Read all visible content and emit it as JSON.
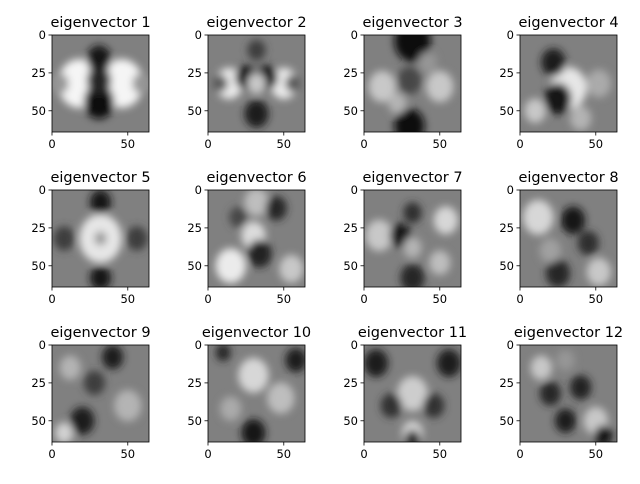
{
  "figure": {
    "background": "#ffffff"
  },
  "chart_data": [
    {
      "type": "heatmap",
      "title": "eigenvector 1",
      "xticks": [
        "0",
        "50"
      ],
      "yticks": [
        "0",
        "25",
        "50"
      ],
      "xlim": [
        0,
        64
      ],
      "ylim": [
        64,
        0
      ],
      "colormap": "gray"
    },
    {
      "type": "heatmap",
      "title": "eigenvector 2",
      "xticks": [
        "0",
        "50"
      ],
      "yticks": [
        "0",
        "25",
        "50"
      ],
      "xlim": [
        0,
        64
      ],
      "ylim": [
        64,
        0
      ],
      "colormap": "gray"
    },
    {
      "type": "heatmap",
      "title": "eigenvector 3",
      "xticks": [
        "0",
        "50"
      ],
      "yticks": [
        "0",
        "25",
        "50"
      ],
      "xlim": [
        0,
        64
      ],
      "ylim": [
        64,
        0
      ],
      "colormap": "gray"
    },
    {
      "type": "heatmap",
      "title": "eigenvector 4",
      "xticks": [
        "0",
        "50"
      ],
      "yticks": [
        "0",
        "25",
        "50"
      ],
      "xlim": [
        0,
        64
      ],
      "ylim": [
        64,
        0
      ],
      "colormap": "gray"
    },
    {
      "type": "heatmap",
      "title": "eigenvector 5",
      "xticks": [
        "0",
        "50"
      ],
      "yticks": [
        "0",
        "25",
        "50"
      ],
      "xlim": [
        0,
        64
      ],
      "ylim": [
        64,
        0
      ],
      "colormap": "gray"
    },
    {
      "type": "heatmap",
      "title": "eigenvector 6",
      "xticks": [
        "0",
        "50"
      ],
      "yticks": [
        "0",
        "25",
        "50"
      ],
      "xlim": [
        0,
        64
      ],
      "ylim": [
        64,
        0
      ],
      "colormap": "gray"
    },
    {
      "type": "heatmap",
      "title": "eigenvector 7",
      "xticks": [
        "0",
        "50"
      ],
      "yticks": [
        "0",
        "25",
        "50"
      ],
      "xlim": [
        0,
        64
      ],
      "ylim": [
        64,
        0
      ],
      "colormap": "gray"
    },
    {
      "type": "heatmap",
      "title": "eigenvector 8",
      "xticks": [
        "0",
        "50"
      ],
      "yticks": [
        "0",
        "25",
        "50"
      ],
      "xlim": [
        0,
        64
      ],
      "ylim": [
        64,
        0
      ],
      "colormap": "gray"
    },
    {
      "type": "heatmap",
      "title": "eigenvector 9",
      "xticks": [
        "0",
        "50"
      ],
      "yticks": [
        "0",
        "25",
        "50"
      ],
      "xlim": [
        0,
        64
      ],
      "ylim": [
        64,
        0
      ],
      "colormap": "gray"
    },
    {
      "type": "heatmap",
      "title": "eigenvector 10",
      "xticks": [
        "0",
        "50"
      ],
      "yticks": [
        "0",
        "25",
        "50"
      ],
      "xlim": [
        0,
        64
      ],
      "ylim": [
        64,
        0
      ],
      "colormap": "gray"
    },
    {
      "type": "heatmap",
      "title": "eigenvector 11",
      "xticks": [
        "0",
        "50"
      ],
      "yticks": [
        "0",
        "25",
        "50"
      ],
      "xlim": [
        0,
        64
      ],
      "ylim": [
        64,
        0
      ],
      "colormap": "gray"
    },
    {
      "type": "heatmap",
      "title": "eigenvector 12",
      "xticks": [
        "0",
        "50"
      ],
      "yticks": [
        "0",
        "25",
        "50"
      ],
      "xlim": [
        0,
        64
      ],
      "ylim": [
        64,
        0
      ],
      "colormap": "gray"
    }
  ]
}
